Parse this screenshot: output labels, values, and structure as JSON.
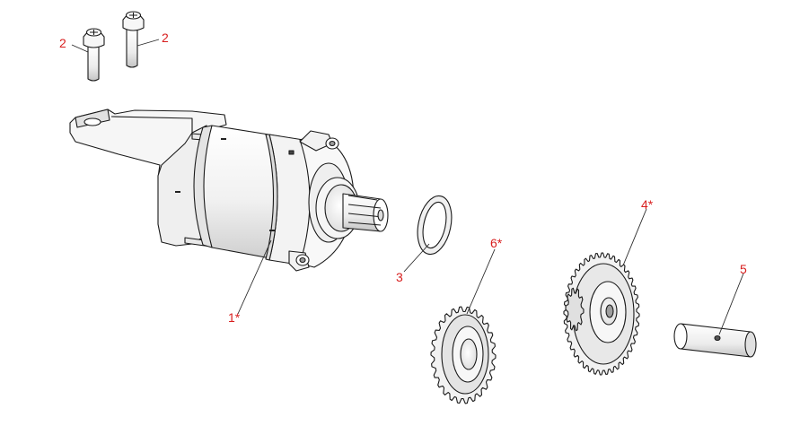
{
  "callouts": [
    {
      "id": "bolt-a",
      "text": "2"
    },
    {
      "id": "bolt-b",
      "text": "2"
    },
    {
      "id": "starter-motor",
      "text": "1*"
    },
    {
      "id": "o-ring",
      "text": "3"
    },
    {
      "id": "gear-small",
      "text": "6*"
    },
    {
      "id": "gear-large",
      "text": "4*"
    },
    {
      "id": "shaft",
      "text": "5"
    }
  ],
  "colors": {
    "callout_text": "#d81e1e",
    "line": "#1a1a1a",
    "part_fill": "#f4f4f4",
    "shade": "#d6d6d6"
  }
}
